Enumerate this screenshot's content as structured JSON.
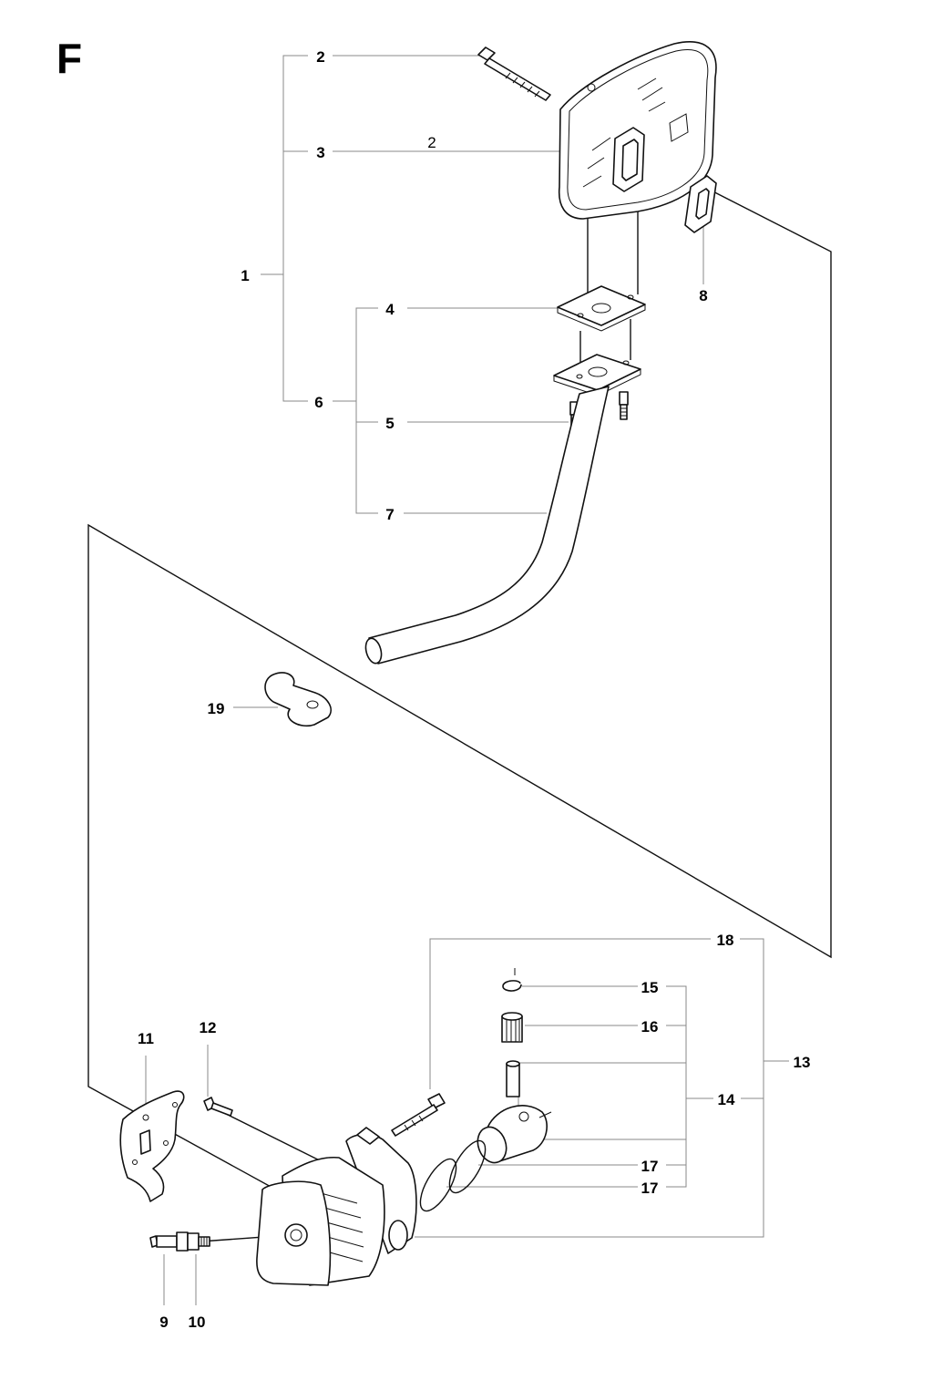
{
  "section_letter": "F",
  "inline_note": "2",
  "callouts": [
    "1",
    "2",
    "3",
    "4",
    "5",
    "6",
    "7",
    "8",
    "9",
    "10",
    "11",
    "12",
    "13",
    "14",
    "15",
    "16",
    "17",
    "17",
    "18",
    "19"
  ],
  "parts": [
    {
      "id": "1",
      "icon": "assembly-bracket"
    },
    {
      "id": "2",
      "icon": "screw-icon"
    },
    {
      "id": "3",
      "icon": "muffler-icon"
    },
    {
      "id": "4",
      "icon": "plate-icon"
    },
    {
      "id": "5",
      "icon": "screw-icon"
    },
    {
      "id": "6",
      "icon": "assembly-bracket"
    },
    {
      "id": "7",
      "icon": "exhaust-pipe-icon"
    },
    {
      "id": "8",
      "icon": "gasket-icon"
    },
    {
      "id": "9",
      "icon": "spark-plug-icon"
    },
    {
      "id": "10",
      "icon": "spark-plug-icon"
    },
    {
      "id": "11",
      "icon": "heat-shield-icon"
    },
    {
      "id": "12",
      "icon": "screw-icon"
    },
    {
      "id": "13",
      "icon": "assembly-bracket"
    },
    {
      "id": "14",
      "icon": "assembly-bracket"
    },
    {
      "id": "15",
      "icon": "circlip-icon"
    },
    {
      "id": "16",
      "icon": "bearing-icon"
    },
    {
      "id": "17",
      "icon": "piston-ring-icon"
    },
    {
      "id": "18",
      "icon": "screw-icon"
    },
    {
      "id": "19",
      "icon": "clamp-icon"
    }
  ]
}
